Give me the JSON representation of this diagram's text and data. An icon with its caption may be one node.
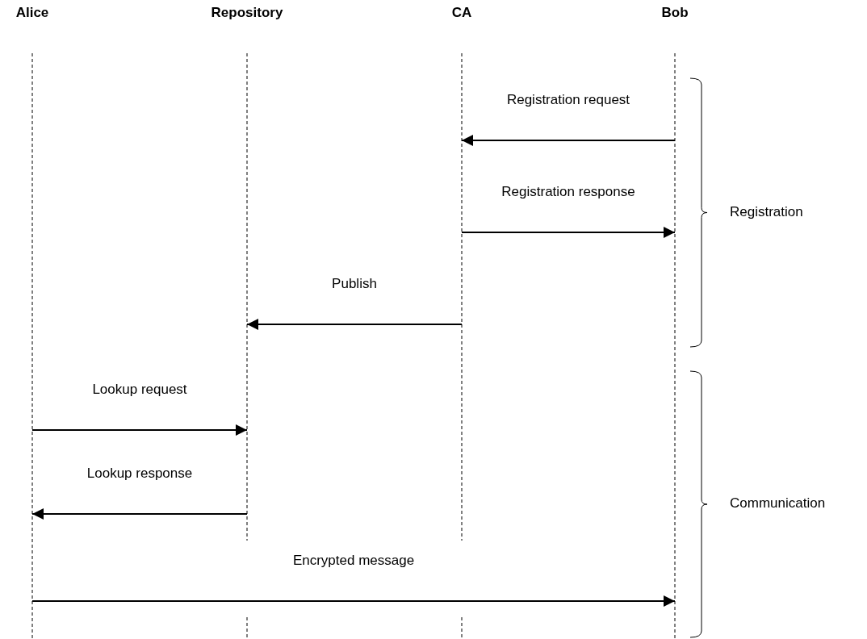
{
  "diagram": {
    "nodes": [
      {
        "text": [
          "Alice"
        ]
      },
      {
        "text": [
          "Repository"
        ]
      },
      {
        "text": [
          "CA"
        ]
      },
      {
        "text": [
          "Bob"
        ]
      }
    ],
    "edges": [
      {
        "from": 3,
        "to": 2,
        "arrow": "to",
        "label": "Registration request"
      },
      {
        "from": 2,
        "to": 3,
        "arrow": "to",
        "label": "Registration response"
      },
      {
        "from": 2,
        "to": 1,
        "arrow": "to",
        "label": "Publish"
      },
      {
        "from": 0,
        "to": 1,
        "arrow": "to",
        "label": "Lookup request"
      },
      {
        "from": 1,
        "to": 0,
        "arrow": "to",
        "label": "Lookup response"
      },
      {
        "from": 0,
        "to": 3,
        "arrow": "to",
        "label": "Encrypted message"
      }
    ],
    "labels": [
      "Registration",
      "Communication"
    ]
  }
}
